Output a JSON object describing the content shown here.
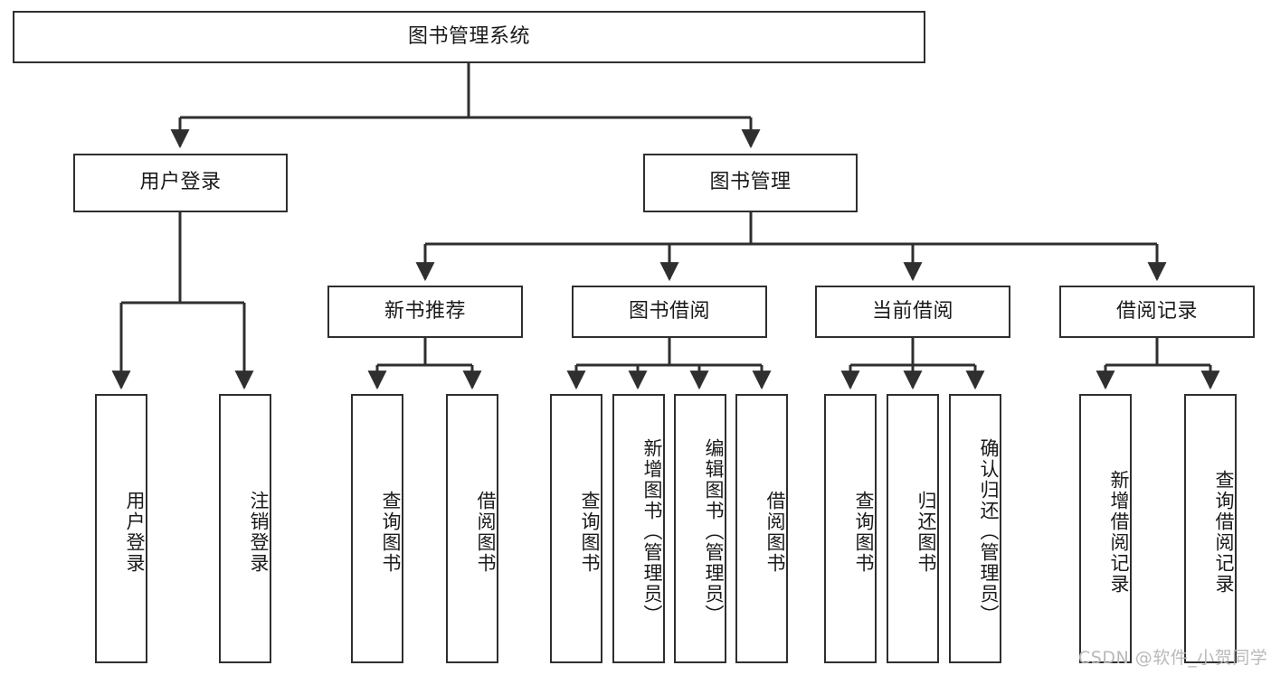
{
  "diagram": {
    "title_node": {
      "label": "图书管理系统"
    },
    "level1": [
      {
        "id": "user-login",
        "label": "用户登录"
      },
      {
        "id": "book-manage",
        "label": "图书管理"
      }
    ],
    "level2": [
      {
        "id": "new-book-recommend",
        "label": "新书推荐"
      },
      {
        "id": "book-borrow",
        "label": "图书借阅"
      },
      {
        "id": "current-borrow",
        "label": "当前借阅"
      },
      {
        "id": "borrow-record",
        "label": "借阅记录"
      }
    ],
    "leaves": [
      {
        "id": "leaf-user-login",
        "label": "用户登录"
      },
      {
        "id": "leaf-logout-login",
        "label": "注销登录"
      },
      {
        "id": "leaf-query-book-1",
        "label": "查询图书"
      },
      {
        "id": "leaf-borrow-book-1",
        "label": "借阅图书"
      },
      {
        "id": "leaf-query-book-2",
        "label": "查询图书"
      },
      {
        "id": "leaf-add-book-admin",
        "label": "新增图书（管理员）"
      },
      {
        "id": "leaf-edit-book-admin",
        "label": "编辑图书（管理员）"
      },
      {
        "id": "leaf-borrow-book-2",
        "label": "借阅图书"
      },
      {
        "id": "leaf-query-book-3",
        "label": "查询图书"
      },
      {
        "id": "leaf-return-book",
        "label": "归还图书"
      },
      {
        "id": "leaf-confirm-return-admin",
        "label": "确认归还（管理员）"
      },
      {
        "id": "leaf-add-borrow-record",
        "label": "新增借阅记录"
      },
      {
        "id": "leaf-query-borrow-record",
        "label": "查询借阅记录"
      }
    ]
  },
  "watermark": {
    "text": "CSDN @软件_小贺同学"
  },
  "colors": {
    "stroke": "#2f2f2f",
    "fill": "#ffffff",
    "text": "#1a1a1a",
    "watermark": "#b9b9b9"
  }
}
